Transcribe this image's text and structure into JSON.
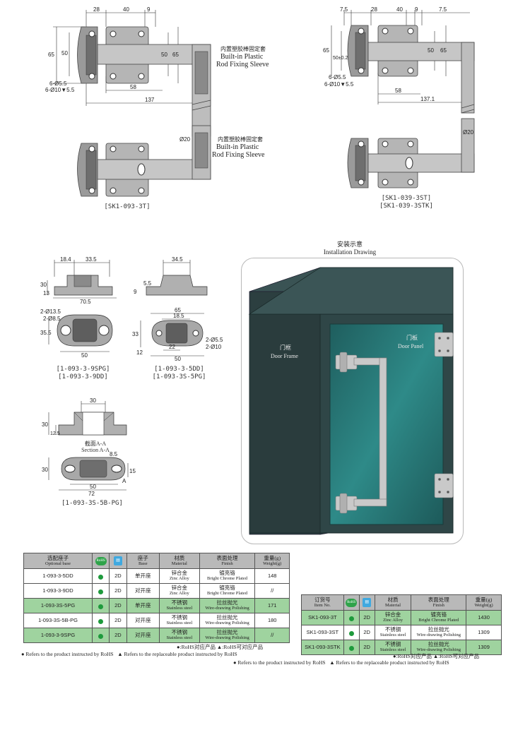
{
  "sk1_093_3t": {
    "dims": {
      "d28": "28",
      "d40": "40",
      "d9": "9",
      "d65": "65",
      "d50a": "50",
      "d50b": "50",
      "d65b": "65",
      "d58": "58",
      "d137": "137",
      "holes1": "6-Ø5.5",
      "holes2": "6-Ø10▼5.5",
      "d20": "Ø20"
    },
    "sleeve_cn": "内置塑胶棒固定套",
    "sleeve_en1": "Built-in Plastic",
    "sleeve_en2": "Rod Fixing Sleeve",
    "caption": "[SK1-093-3T]"
  },
  "sk1_039_3st": {
    "dims": {
      "d7_5a": "7.5",
      "d28": "28",
      "d40": "40",
      "d9": "9",
      "d7_5b": "7.5",
      "d65": "65",
      "d50_02": "50±0.2",
      "d50": "50",
      "d65b": "65",
      "d58": "58",
      "d137_1": "137.1",
      "holes1": "6-Ø5.5",
      "holes2": "6-Ø10▼5.5",
      "d20": "Ø20"
    },
    "caption1": "[SK1-039-3ST]",
    "caption2": "[SK1-039-3STK]"
  },
  "base_9spg": {
    "dims": {
      "d18_4": "18.4",
      "d33_5": "33.5",
      "d30": "30",
      "d13": "13",
      "d70_5": "70.5",
      "d2_13_5": "2-Ø13.5",
      "d2_8_5": "2-Ø8.5",
      "d35_5": "35.5",
      "d50": "50"
    },
    "caption1": "[1-093-3-9SPG]",
    "caption2": "[1-093-3-9DD]"
  },
  "base_5dd": {
    "dims": {
      "d34_5": "34.5",
      "d5_5": "5.5",
      "d9": "9",
      "d65": "65",
      "d18_5": "18.5",
      "d33": "33",
      "d2_5_5": "2-Ø5.5",
      "d2_10": "2-Ø10",
      "d12": "12",
      "d22": "22",
      "d50": "50"
    },
    "caption1": "[1-093-3-5DD]",
    "caption2": "[1-093-3S-5PG]"
  },
  "base_5bpg": {
    "dims": {
      "d30a": "30",
      "d30b": "30",
      "d12_5": "12.5",
      "d30c": "30",
      "d8_5": "8.5",
      "d15": "15",
      "d50": "50",
      "d72": "72",
      "a": "A"
    },
    "section_cn": "截面A-A",
    "section_en": "Section A-A",
    "caption": "[1-093-3S-5B-PG]"
  },
  "install": {
    "title_cn": "安装示意",
    "title_en": "Installation Drawing",
    "frame_cn": "门框",
    "frame_en": "Door Frame",
    "panel_cn": "门板",
    "panel_en": "Door Panel",
    "colors": {
      "cabinet": "#2f4647",
      "door": "#2c7f7f",
      "hardware": "#c9c9c9"
    }
  },
  "left_table": {
    "headers": [
      {
        "cn": "选配座子",
        "en": "Optional base"
      },
      {
        "cn": "",
        "en": "",
        "icon": "rohs-icon"
      },
      {
        "cn": "",
        "en": "",
        "icon": "document-icon"
      },
      {
        "cn": "座子",
        "en": "Base"
      },
      {
        "cn": "材质",
        "en": "Material"
      },
      {
        "cn": "表面处理",
        "en": "Finish"
      },
      {
        "cn": "重量(g)",
        "en": "Weight(g)"
      }
    ],
    "rows": [
      {
        "model": "1-093-3-5DD",
        "rohs": "●",
        "d": "2D",
        "base": "单开座",
        "mat_cn": "锌合金",
        "mat_en": "Zinc Alloy",
        "fin_cn": "镀亮铬",
        "fin_en": "Bright Chrome Plated",
        "weight": "148",
        "style": "w"
      },
      {
        "model": "1-093-3-9DD",
        "rohs": "●",
        "d": "2D",
        "base": "对开座",
        "mat_cn": "锌合金",
        "mat_en": "Zinc Alloy",
        "fin_cn": "镀亮铬",
        "fin_en": "Bright Chrome Plated",
        "weight": "//",
        "style": "w"
      },
      {
        "model": "1-093-3S-5PG",
        "rohs": "●",
        "d": "2D",
        "base": "单开座",
        "mat_cn": "不锈钢",
        "mat_en": "Stainless steel",
        "fin_cn": "拉丝抛光",
        "fin_en": "Wire-drawing Polishing",
        "weight": "171",
        "style": "g"
      },
      {
        "model": "1-093-3S-5B-PG",
        "rohs": "●",
        "d": "2D",
        "base": "对开座",
        "mat_cn": "不锈钢",
        "mat_en": "Stainless steel",
        "fin_cn": "拉丝抛光",
        "fin_en": "Wire-drawing Polishing",
        "weight": "180",
        "style": "w"
      },
      {
        "model": "1-093-3-9SPG",
        "rohs": "●",
        "d": "2D",
        "base": "对开座",
        "mat_cn": "不锈钢",
        "mat_en": "Stainless steel",
        "fin_cn": "拉丝抛光",
        "fin_en": "Wire-drawing Polishing",
        "weight": "//",
        "style": "g"
      }
    ],
    "legend_cn": "●:RoHS对应产品   ▲:RoHS可对应产品",
    "legend_en1": "● Refers to the product instructed by RoHS",
    "legend_en2": "▲ Refers to the replaceable product instructed by RoHS"
  },
  "right_table": {
    "headers": [
      {
        "cn": "订货号",
        "en": "Item No."
      },
      {
        "cn": "",
        "en": "",
        "icon": "rohs-icon"
      },
      {
        "cn": "",
        "en": "",
        "icon": "document-icon"
      },
      {
        "cn": "材质",
        "en": "Material"
      },
      {
        "cn": "表面处理",
        "en": "Finish"
      },
      {
        "cn": "重量(g)",
        "en": "Weight(g)"
      }
    ],
    "rows": [
      {
        "model": "SK1-093-3T",
        "rohs": "●",
        "d": "2D",
        "mat_cn": "锌合金",
        "mat_en": "Zinc Alloy",
        "fin_cn": "镀亮铬",
        "fin_en": "Bright Chrome Plated",
        "weight": "1430",
        "style": "g"
      },
      {
        "model": "SK1-093-3ST",
        "rohs": "●",
        "d": "2D",
        "mat_cn": "不锈钢",
        "mat_en": "Stainless steel",
        "fin_cn": "拉丝抛光",
        "fin_en": "Wire-drawing Polishing",
        "weight": "1309",
        "style": "w"
      },
      {
        "model": "SK1-093-3STK",
        "rohs": "●",
        "d": "2D",
        "mat_cn": "不锈钢",
        "mat_en": "Stainless steel",
        "fin_cn": "拉丝抛光",
        "fin_en": "Wire-drawing Polishing",
        "weight": "1309",
        "style": "g"
      }
    ],
    "legend_cn": "●:RoHS对应产品   ▲:RoHS可对应产品",
    "legend_en1": "● Refers to the product instructed by RoHS",
    "legend_en2": "▲ Refers to the replaceable product instructed by RoHS"
  }
}
